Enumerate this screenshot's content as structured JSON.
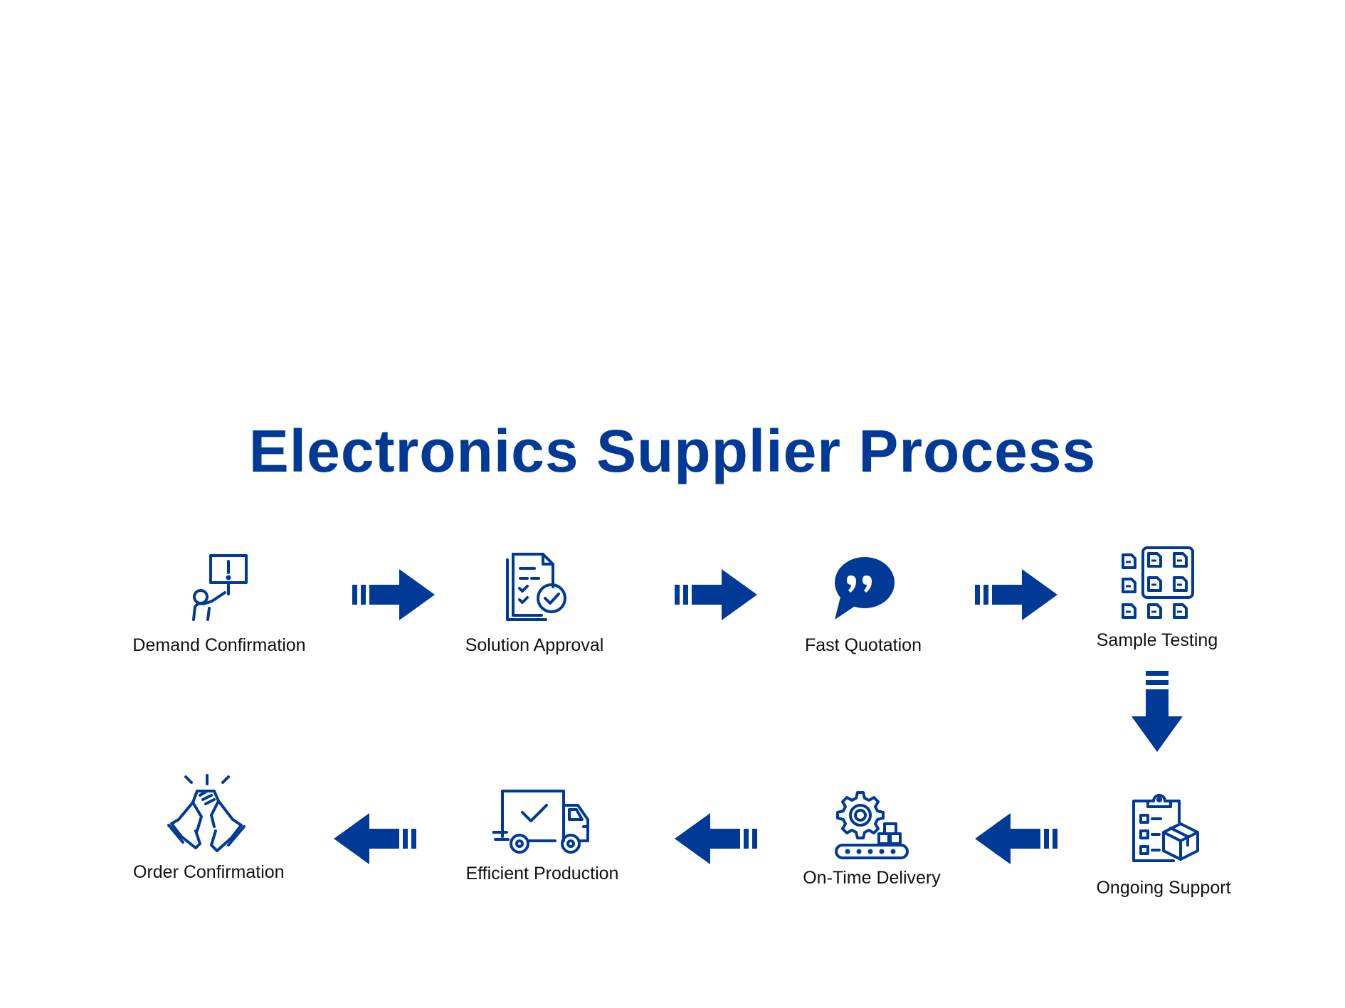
{
  "title": "Electronics Supplier Process",
  "colors": {
    "accent": "#003a96",
    "text": "#111111",
    "background": "#ffffff"
  },
  "steps": [
    {
      "label": "Demand Confirmation",
      "icon": "person-sign-icon"
    },
    {
      "label": "Solution Approval",
      "icon": "checklist-document-icon"
    },
    {
      "label": "Fast Quotation",
      "icon": "quote-bubble-icon"
    },
    {
      "label": "Sample Testing",
      "icon": "document-grid-icon"
    },
    {
      "label": "Ongoing Support",
      "icon": "clipboard-box-icon"
    },
    {
      "label": "On-Time Delivery",
      "icon": "gear-conveyor-icon"
    },
    {
      "label": "Efficient Production",
      "icon": "delivery-truck-icon"
    },
    {
      "label": "Order Confirmation",
      "icon": "handshake-icon"
    }
  ]
}
